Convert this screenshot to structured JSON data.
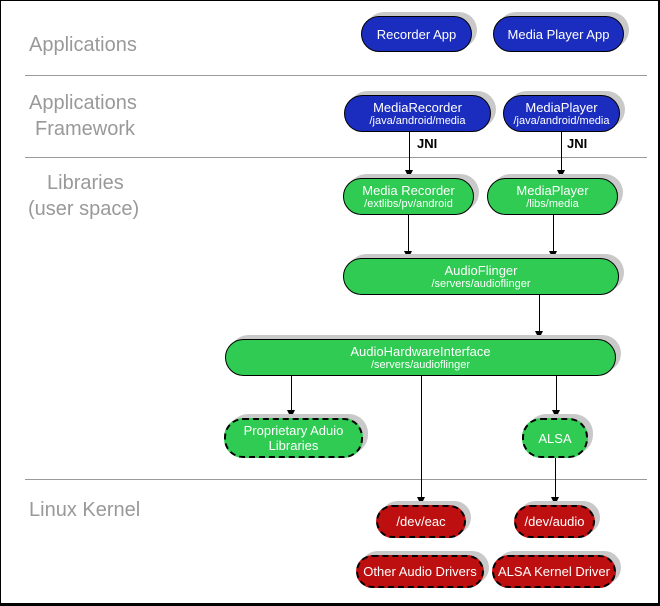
{
  "sections": {
    "applications": "Applications",
    "framework_line1": "Applications",
    "framework_line2": "Framework",
    "libraries_line1": "Libraries",
    "libraries_line2": "(user space)",
    "kernel": "Linux Kernel"
  },
  "labels": {
    "jni_left": "JNI",
    "jni_right": "JNI"
  },
  "nodes": {
    "recorder_app": {
      "title": "Recorder App"
    },
    "media_player_app": {
      "title": "Media Player App"
    },
    "media_recorder_framework": {
      "title": "MediaRecorder",
      "subtitle": "/java/android/media"
    },
    "media_player_framework": {
      "title": "MediaPlayer",
      "subtitle": "/java/android/media"
    },
    "media_recorder_lib": {
      "title": "Media Recorder",
      "subtitle": "/extlibs/pv/android"
    },
    "media_player_lib": {
      "title": "MediaPlayer",
      "subtitle": "/libs/media"
    },
    "audio_flinger": {
      "title": "AudioFlinger",
      "subtitle": "/servers/audioflinger"
    },
    "audio_hardware_interface": {
      "title": "AudioHardwareInterface",
      "subtitle": "/servers/audioflinger"
    },
    "proprietary_audio_libraries": {
      "title": "Proprietary Aduio",
      "title2": "Libraries"
    },
    "alsa": {
      "title": "ALSA"
    },
    "dev_eac": {
      "title": "/dev/eac"
    },
    "dev_audio": {
      "title": "/dev/audio"
    },
    "other_audio_drivers": {
      "title": "Other Audio Drivers"
    },
    "alsa_kernel_driver": {
      "title": "ALSA Kernel Driver"
    }
  },
  "colors": {
    "app_blue": "#1b2dbe",
    "lib_green": "#2fcb53",
    "kernel_red": "#bd0f0f",
    "shadow_gray": "#c9c9c9",
    "section_label_gray": "#999999"
  },
  "diagram": {
    "layers": [
      "Applications",
      "Applications Framework",
      "Libraries (user space)",
      "Linux Kernel"
    ],
    "edges": [
      {
        "from": "media_recorder_framework",
        "to": "media_recorder_lib",
        "label": "JNI"
      },
      {
        "from": "media_player_framework",
        "to": "media_player_lib",
        "label": "JNI"
      },
      {
        "from": "media_recorder_lib",
        "to": "audio_flinger",
        "label": ""
      },
      {
        "from": "media_player_lib",
        "to": "audio_flinger",
        "label": ""
      },
      {
        "from": "audio_flinger",
        "to": "audio_hardware_interface",
        "label": ""
      },
      {
        "from": "audio_hardware_interface",
        "to": "proprietary_audio_libraries",
        "label": ""
      },
      {
        "from": "audio_hardware_interface",
        "to": "dev_eac",
        "label": ""
      },
      {
        "from": "audio_hardware_interface",
        "to": "alsa",
        "label": ""
      },
      {
        "from": "alsa",
        "to": "dev_audio",
        "label": ""
      }
    ]
  }
}
